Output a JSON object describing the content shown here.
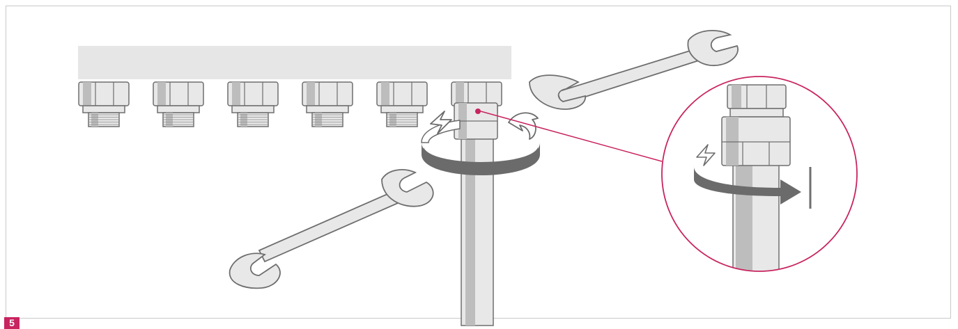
{
  "figure": {
    "step_number": "5",
    "colors": {
      "accent": "#c8245f",
      "frame_border": "#c9c9c9",
      "manifold_bar": "#e6e6e6",
      "metal_light": "#e8e8e8",
      "metal_mid": "#bdbdbd",
      "metal_dark": "#8a8a8a",
      "outline": "#6e6e6e",
      "arrow": "#6b6b6b"
    },
    "icons": {
      "upper_wrench": "open-end-wrench-icon",
      "lower_wrench": "open-end-wrench-icon",
      "rotation_arrow": "rotation-arrow-icon",
      "tighten_arrow": "tighten-arrow-icon",
      "detail": "magnifier-detail-circle"
    },
    "fitting_count": 6
  }
}
